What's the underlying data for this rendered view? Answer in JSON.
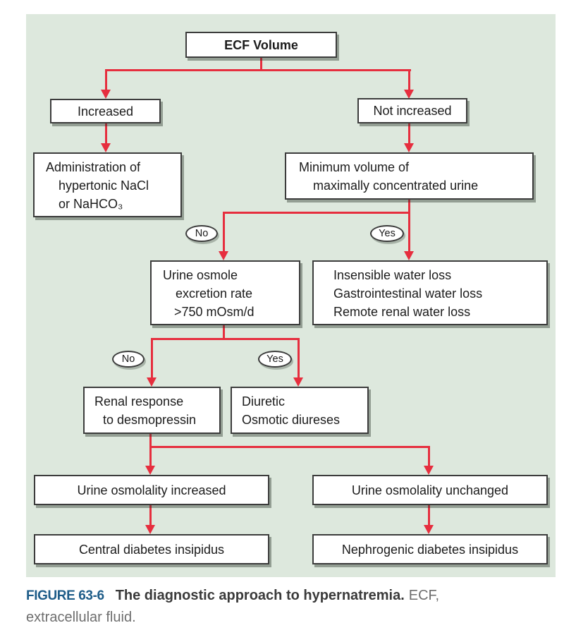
{
  "colors": {
    "panel_green": "#dde8dd",
    "arrow_red": "#e62e3e",
    "box_border": "#3c3c3c",
    "caption_blue": "#1d5c88"
  },
  "nodes": {
    "ecf": {
      "text": "ECF Volume"
    },
    "increased": {
      "text": "Increased"
    },
    "not_increased": {
      "text": "Not increased"
    },
    "admin": {
      "lines": [
        "Administration of",
        "hypertonic NaCl",
        "or NaHCO₃"
      ]
    },
    "min_vol": {
      "lines": [
        "Minimum volume of",
        "maximally concentrated urine"
      ]
    },
    "urine_osmole": {
      "lines": [
        "Urine osmole",
        "excretion rate",
        ">750 mOsm/d"
      ]
    },
    "insensible": {
      "lines": [
        "Insensible water loss",
        "Gastrointestinal water loss",
        "Remote renal water loss"
      ]
    },
    "renal": {
      "lines": [
        "Renal response",
        "to desmopressin"
      ]
    },
    "diuretic": {
      "lines": [
        "Diuretic",
        "Osmotic diureses"
      ]
    },
    "osm_increased": {
      "text": "Urine osmolality increased"
    },
    "osm_unchanged": {
      "text": "Urine osmolality unchanged"
    },
    "central_di": {
      "text": "Central diabetes insipidus"
    },
    "nephrogenic_di": {
      "text": "Nephrogenic diabetes insipidus"
    }
  },
  "decision_labels": {
    "no": "No",
    "yes": "Yes"
  },
  "caption": {
    "label": "FIGURE 63-6",
    "title": "The diagnostic approach to hypernatremia.",
    "note": "ECF,",
    "note_line2": "extracellular fluid."
  }
}
